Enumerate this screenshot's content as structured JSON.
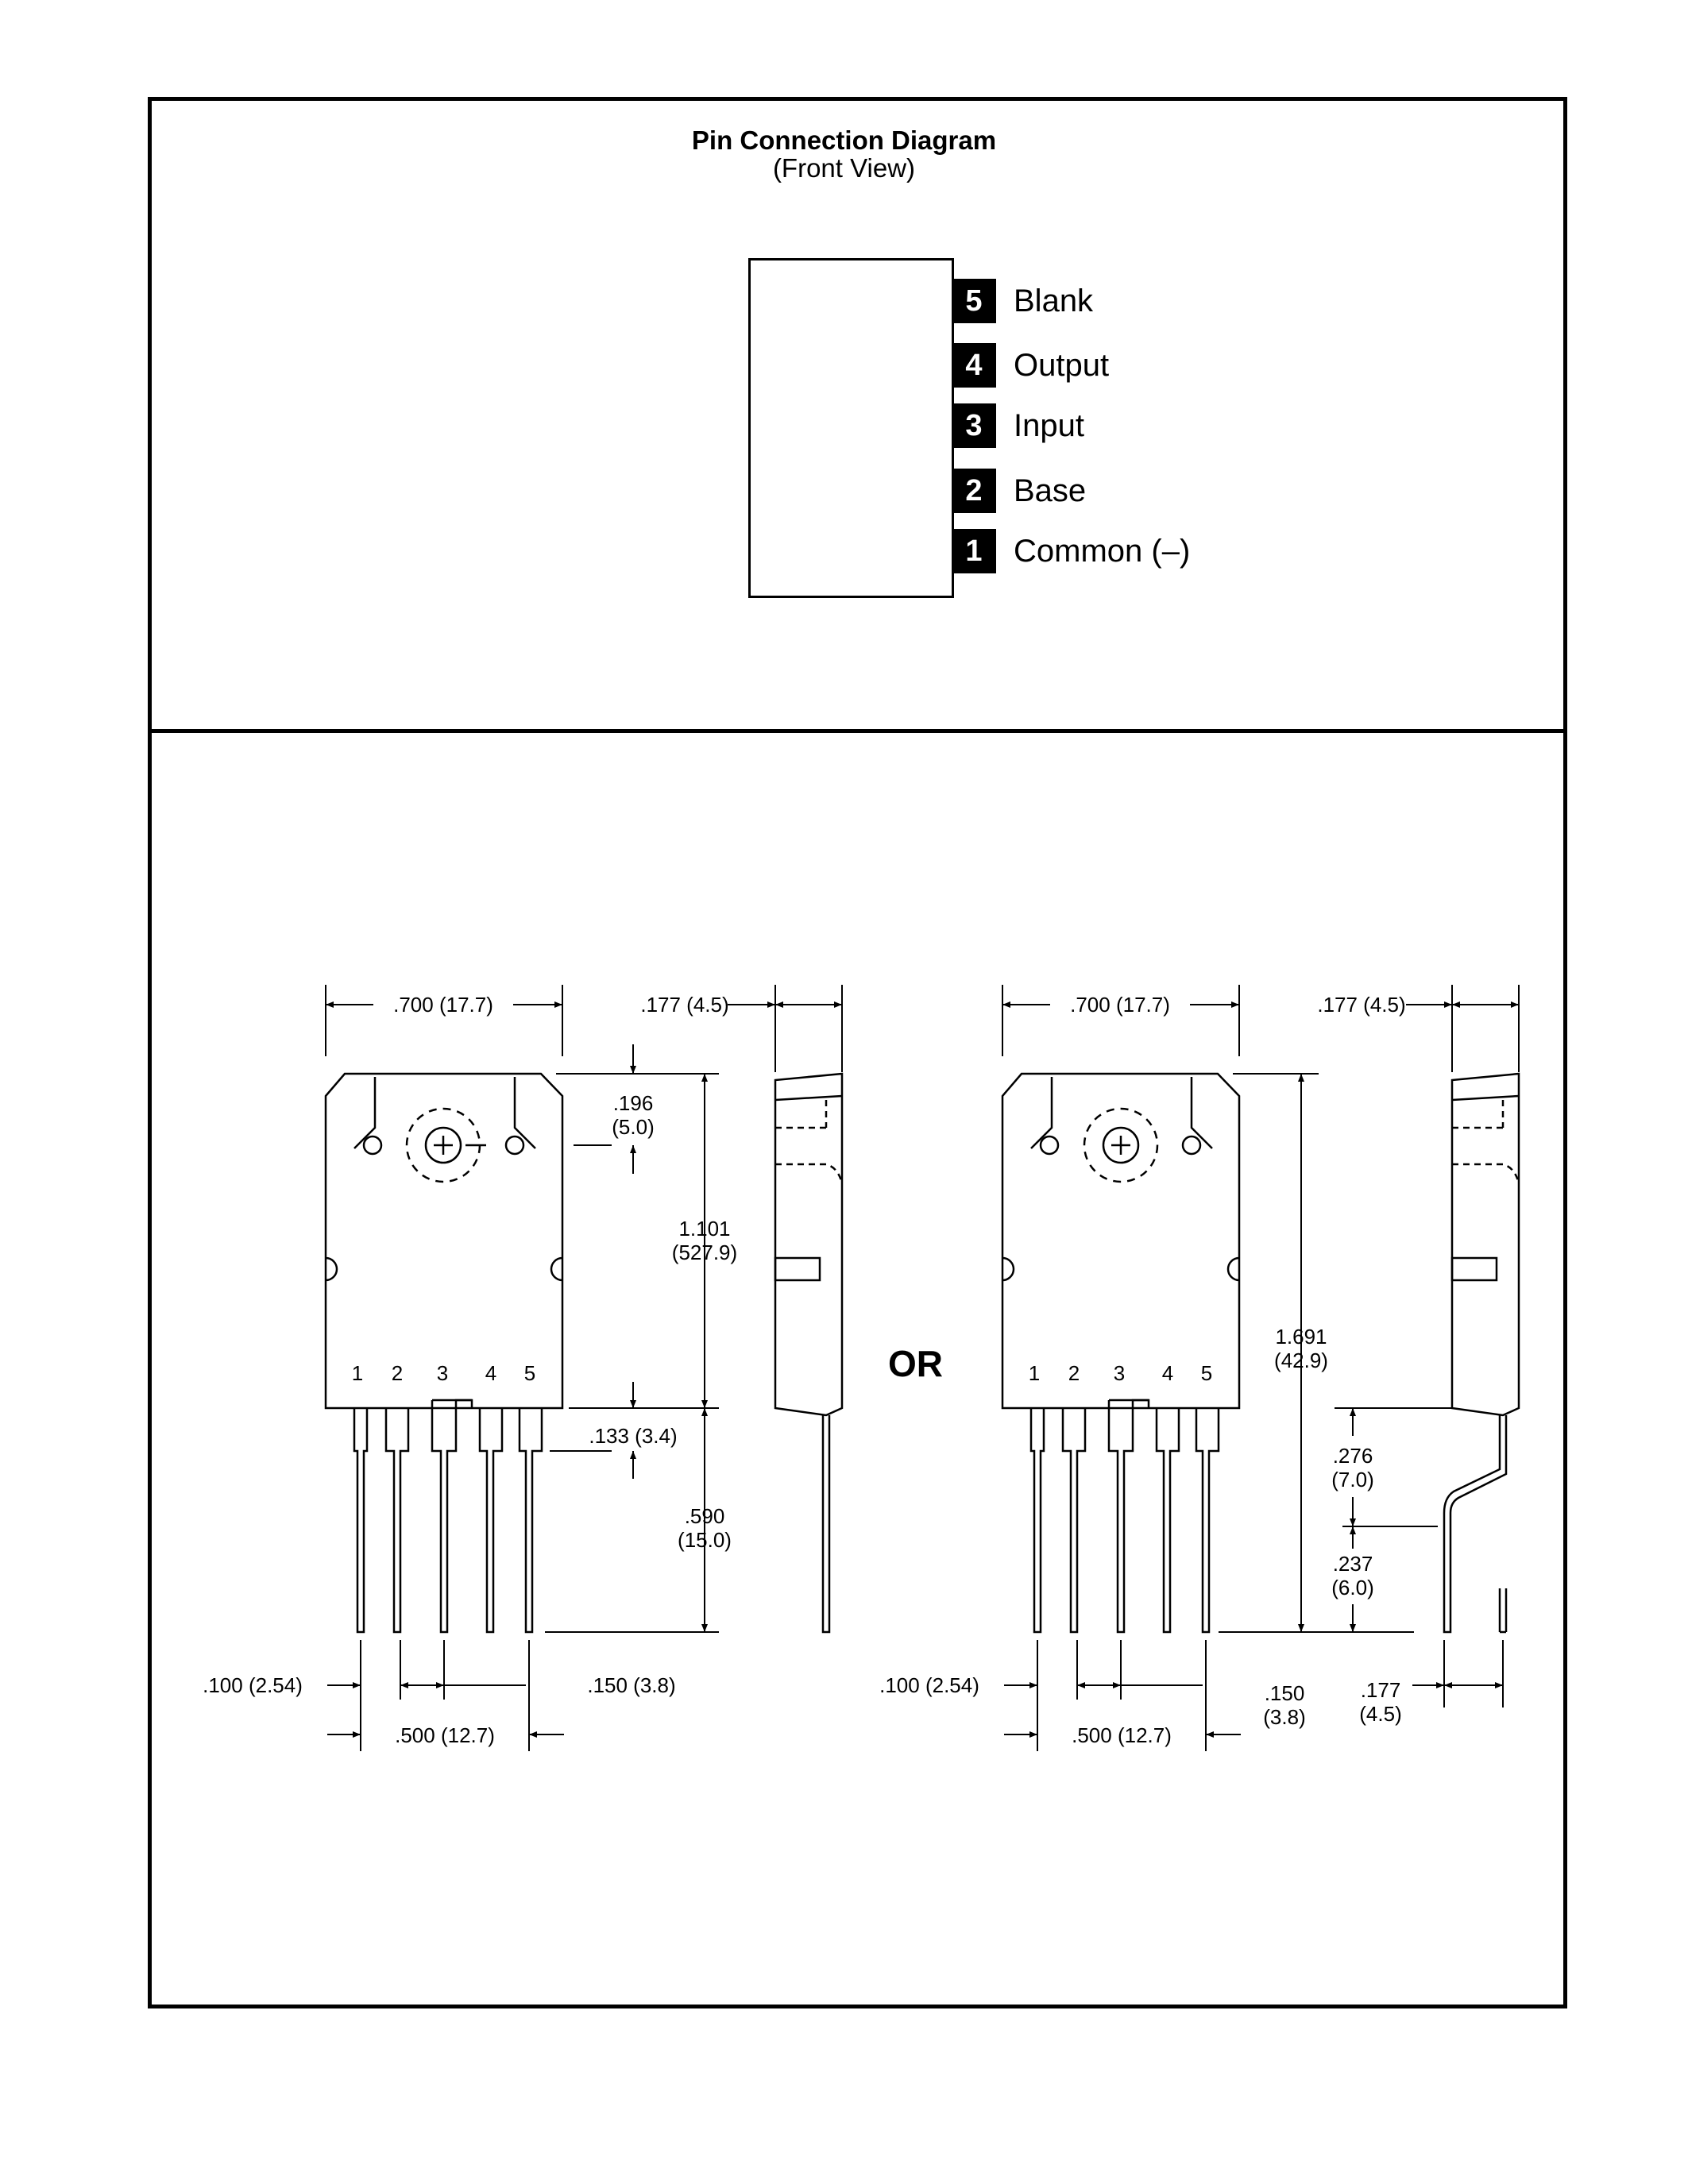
{
  "title": "Pin Connection Diagram",
  "subtitle": "(Front View)",
  "pins": [
    {
      "number": "5",
      "label": "Blank"
    },
    {
      "number": "4",
      "label": "Output"
    },
    {
      "number": "3",
      "label": "Input"
    },
    {
      "number": "2",
      "label": "Base"
    },
    {
      "number": "1",
      "label": "Common (–)"
    }
  ],
  "or_label": "OR",
  "pin_numbers": [
    "1",
    "2",
    "3",
    "4",
    "5"
  ],
  "left_dims": {
    "width": ".700 (17.7)",
    "depth": ".177 (4.5)",
    "hole_a": ".196",
    "hole_b": "(5.0)",
    "height_a": "1.101",
    "height_b": "(527.9)",
    "lead_shoulder": ".133 (3.4)",
    "lead_len_a": ".590",
    "lead_len_b": "(15.0)",
    "pitch": ".100 (2.54)",
    "spacing": ".150 (3.8)",
    "span": ".500 (12.7)"
  },
  "right_dims": {
    "width": ".700 (17.7)",
    "depth": ".177 (4.5)",
    "height_a": "1.691",
    "height_b": "(42.9)",
    "bend1_a": ".276",
    "bend1_b": "(7.0)",
    "bend2_a": ".237",
    "bend2_b": "(6.0)",
    "pitch": ".100 (2.54)",
    "spacing_a": ".150",
    "spacing_b": "(3.8)",
    "offset_a": ".177",
    "offset_b": "(4.5)",
    "span": ".500 (12.7)"
  }
}
